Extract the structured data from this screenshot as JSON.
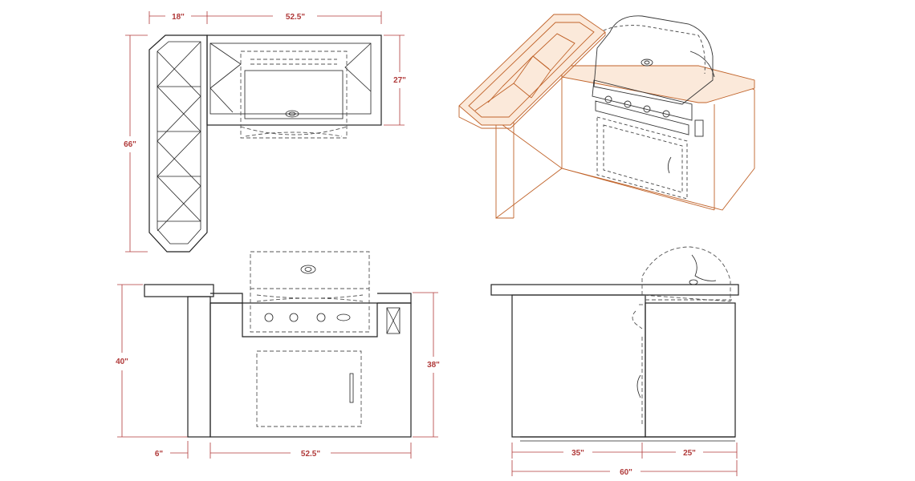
{
  "plan_view": {
    "dim_bar_width": "18\"",
    "dim_main_width": "52.5\"",
    "dim_overall_depth": "66\"",
    "dim_main_depth": "27\""
  },
  "front_view": {
    "dim_height": "40\"",
    "dim_counter_height": "38\"",
    "dim_overhang": "6\"",
    "dim_width": "52.5\""
  },
  "side_view": {
    "dim_left": "35\"",
    "dim_right": "25\"",
    "dim_total": "60\""
  },
  "colors": {
    "dimension": "#b03a3a",
    "iso_outline": "#c0632a",
    "linework": "#222222"
  }
}
